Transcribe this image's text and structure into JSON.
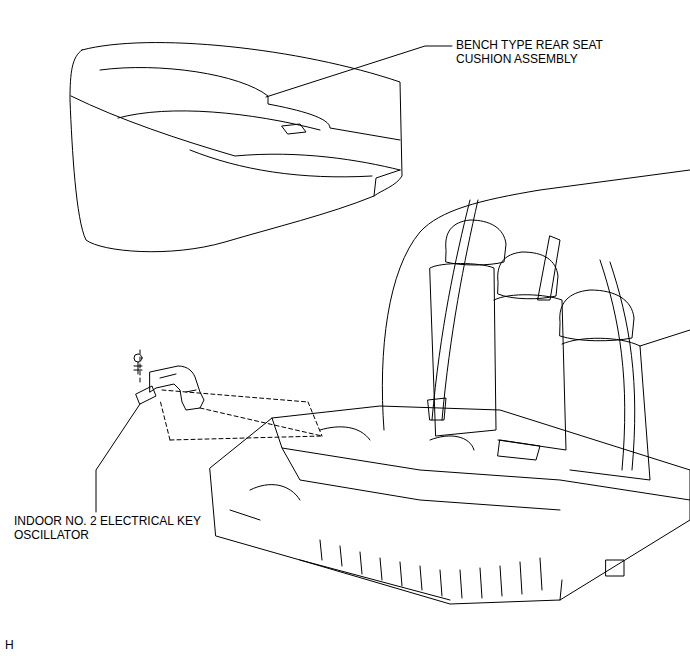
{
  "diagram": {
    "labels": [
      "BENCH TYPE REAR SEAT CUSHION ASSEMBLY",
      "INDOOR NO. 2 ELECTRICAL KEY OSCILLATOR",
      "H"
    ]
  }
}
